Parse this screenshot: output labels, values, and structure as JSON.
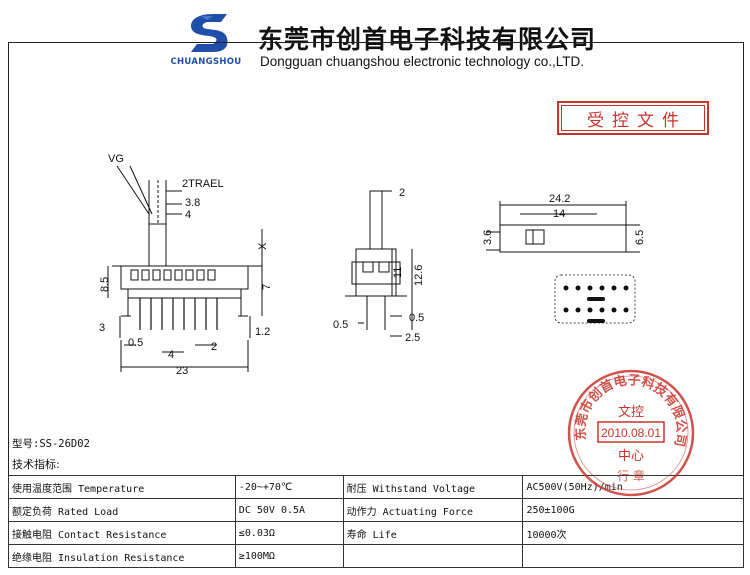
{
  "header": {
    "logo_text": "CHUANGSHOU",
    "company_cn": "东莞市创首电子科技有限公司",
    "company_en": "Dongguan chuangshou electronic technology co.,LTD."
  },
  "stamp_control": "受控文件",
  "drawing": {
    "front": {
      "vg": "VG",
      "travel": "2TRAEL",
      "d_3_8": "3.8",
      "d_4_top": "4",
      "d_x": "X",
      "d_8_5": "8.5",
      "d_7": "7",
      "d_3": "3",
      "d_1_2": "1.2",
      "d_0_5": "0.5",
      "d_4_bottom": "4",
      "d_2": "2",
      "d_23": "23"
    },
    "side": {
      "d_2": "2",
      "d_11": "11",
      "d_12_6": "12.6",
      "d_0_5_left": "0.5",
      "d_0_5_right": "0.5",
      "d_2_5": "2.5"
    },
    "top": {
      "d_24_2": "24.2",
      "d_14": "14",
      "d_3_6": "3.6",
      "d_6_5": "6.5"
    }
  },
  "model": "型号:SS-26D02",
  "spec_title": "技术指标:",
  "specs": [
    [
      "使用温度范围 Temperature",
      "-20~+70℃",
      "耐压 Withstand Voltage",
      "AC500V(50Hz)/min"
    ],
    [
      "额定负荷 Rated Load",
      "DC 50V 0.5A",
      "动作力 Actuating Force",
      "250±100G"
    ],
    [
      "接触电阻 Contact Resistance",
      "≤0.03Ω",
      "寿命 Life",
      "10000次"
    ],
    [
      "绝缘电阻 Insulation Resistance",
      "≥100MΩ",
      "",
      ""
    ]
  ],
  "seal": {
    "ring_text": "东莞市创首电子科技有限公司",
    "line1": "文控",
    "date": "2010.08.01",
    "line3": "中心",
    "line4": "行 章"
  },
  "colors": {
    "stamp_red": "#c8342c",
    "logo_blue": "#1f4fa8"
  }
}
